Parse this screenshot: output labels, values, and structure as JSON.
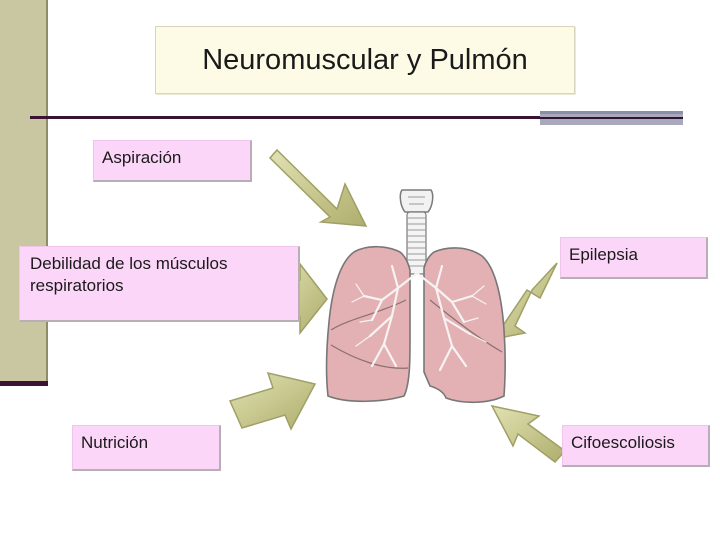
{
  "title": "Neuromuscular y Pulmón",
  "labels": {
    "aspiracion": "Aspiración",
    "debilidad_line1": "Debilidad de los músculos",
    "debilidad_line2": "respiratorios",
    "nutricion": "Nutrición",
    "epilepsia": "Epilepsia",
    "cifoescoliosis": "Cifoescoliosis"
  },
  "icons": [
    "lungs-illustration",
    "arrow-right-down",
    "arrow-right",
    "arrow-up-right",
    "arrow-left-down",
    "arrow-up-left"
  ],
  "colors": {
    "accent_bar": "#c9c7a2",
    "label_fill": "#fcd6f9",
    "arrow_fill": "#c8c88a",
    "lung_fill": "#e3b1b4",
    "rule_dark": "#3a1232"
  }
}
